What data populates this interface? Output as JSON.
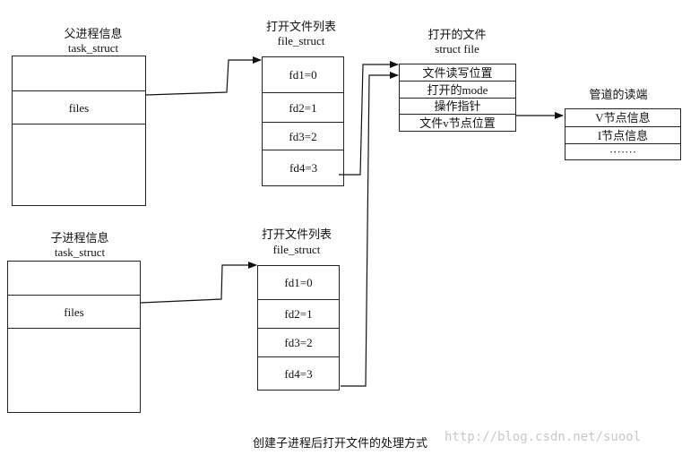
{
  "parent": {
    "title": "父进程信息",
    "struct": "task_struct",
    "files_label": "files"
  },
  "child": {
    "title": "子进程信息",
    "struct": "task_struct",
    "files_label": "files"
  },
  "parent_table": {
    "title": "打开文件列表",
    "struct": "file_struct",
    "fds": [
      "fd1=0",
      "fd2=1",
      "fd3=2",
      "fd4=3"
    ]
  },
  "child_table": {
    "title": "打开文件列表",
    "struct": "file_struct",
    "fds": [
      "fd1=0",
      "fd2=1",
      "fd3=2",
      "fd4=3"
    ]
  },
  "open_file": {
    "title": "打开的文件",
    "struct": "struct file",
    "fields": [
      "文件读写位置",
      "打开的mode",
      "操作指针",
      "文件v节点位置"
    ]
  },
  "pipe_read": {
    "title": "管道的读端",
    "fields": [
      "V节点信息",
      "I节点信息",
      "·······"
    ]
  },
  "caption": "创建子进程后打开文件的处理方式",
  "watermark": "http://blog.csdn.net/suool"
}
